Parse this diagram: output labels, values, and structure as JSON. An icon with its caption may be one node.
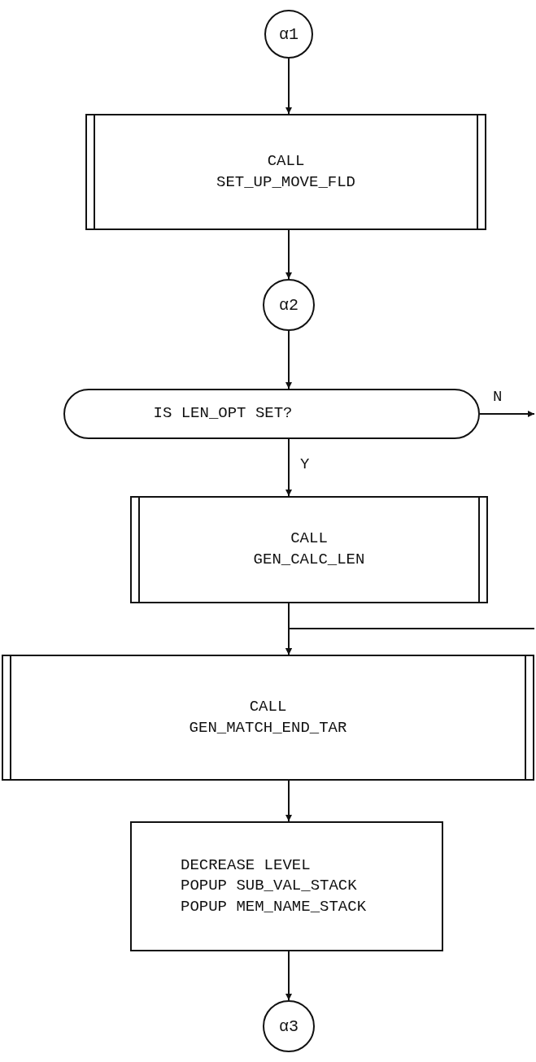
{
  "diagram": {
    "nodes": [
      {
        "text": [
          "α1"
        ]
      },
      {
        "text": [
          "CALL SET_UP_MOVE_FLD"
        ]
      },
      {
        "text": [
          "α2"
        ]
      },
      {
        "text": [
          "IS LEN_OPT SET?"
        ]
      },
      {
        "text": [
          "CALL GEN_CALC_LEN"
        ]
      },
      {
        "text": [
          "CALL GEN_MATCH_END_TAR"
        ]
      },
      {
        "text": [
          "DECREASE LEVEL",
          "POPUP SUB_VAL_STACK",
          "POPUP MEM_NAME_STACK"
        ]
      },
      {
        "text": [
          "α3"
        ]
      }
    ],
    "edges": [
      {
        "from": 0,
        "to": 1,
        "arrow": "to"
      },
      {
        "from": 1,
        "to": 2,
        "arrow": "to"
      },
      {
        "from": 2,
        "to": 3,
        "arrow": "to"
      },
      {
        "from": 3,
        "to": 4,
        "arrow": "to",
        "label": "Y"
      },
      {
        "from": 3,
        "to": null,
        "arrow": "to",
        "label": "N"
      },
      {
        "from": 4,
        "to": 5,
        "arrow": "to"
      },
      {
        "from": null,
        "to": 5,
        "arrow": "to"
      },
      {
        "from": 5,
        "to": 6,
        "arrow": "to"
      },
      {
        "from": 6,
        "to": 7,
        "arrow": "to"
      }
    ]
  }
}
